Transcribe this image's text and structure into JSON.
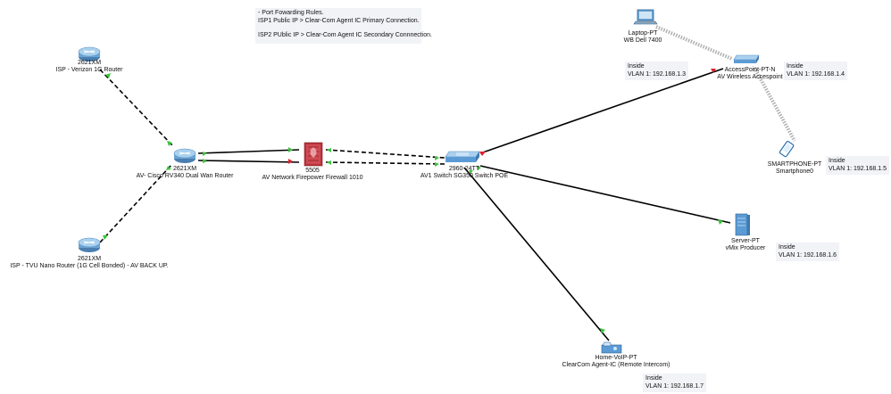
{
  "notes": {
    "port_forwarding": [
      "- Port Fowarding Rules.",
      "ISP1 Public IP > Clear-Com Agent IC Primary Connection.",
      "ISP2 PUblic IP > Clear-Com Agent IC Secondary Connnection."
    ],
    "inside_laptop": [
      "Inside",
      "VLAN 1: 192.168.1.3"
    ],
    "inside_ap": [
      "Inside",
      "VLAN 1: 192.168.1.4"
    ],
    "inside_phone": [
      "Inside",
      "VLAN 1: 192.168.1.5"
    ],
    "inside_server": [
      "Inside",
      "VLAN 1: 192.168.1.6"
    ],
    "inside_voip": [
      "Inside",
      "VLAN 1: 192.168.1.7"
    ]
  },
  "devices": {
    "isp_verizon": {
      "model": "2621XM",
      "name": "ISP - Verizon 1G Router"
    },
    "isp_tvu": {
      "model": "2621XM",
      "name": "ISP - TVU Nano Router (1G Cell Bonded) - AV BACK UP."
    },
    "av_router": {
      "model": "2621XM",
      "name": "AV- Cisco RV340 Dual Wan Router"
    },
    "firewall": {
      "model": "5505",
      "name": "AV Network Firepower Firewall 1010"
    },
    "switch": {
      "model": "2960-24TT",
      "name": "AV1 Switch SG350 Switch POE"
    },
    "laptop": {
      "model": "Laptop-PT",
      "name": "WB Dell 7400"
    },
    "accesspoint": {
      "model": "AccessPoint-PT-N",
      "name": "AV Wireless Accespoint"
    },
    "smartphone": {
      "model": "SMARTPHONE-PT",
      "name": "Smartphone0"
    },
    "server": {
      "model": "Server-PT",
      "name": "vMix Producer"
    },
    "voip": {
      "model": "Home-VoIP-PT",
      "name": "ClearCom Agent-IC (Remote Intercom)"
    }
  },
  "colors": {
    "link_up": "#3cc43c",
    "link_down": "#e0202a",
    "device_blue": "#5b9bd5",
    "firewall_red": "#b8343c"
  }
}
